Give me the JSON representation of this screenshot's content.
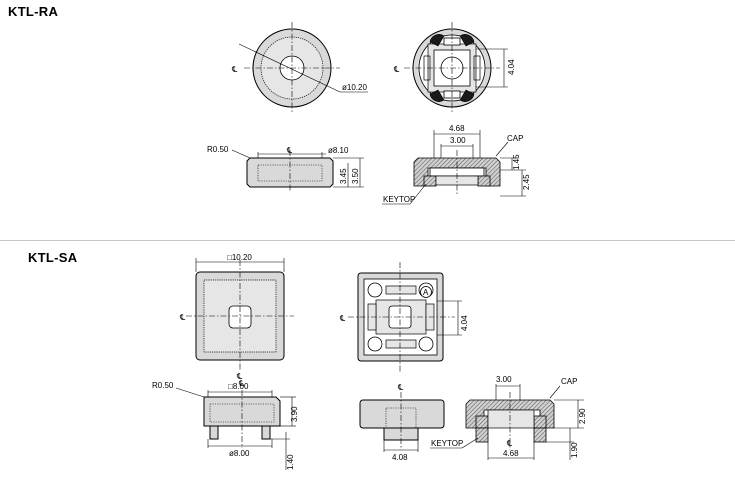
{
  "sections": {
    "ra": {
      "title": "KTL-RA"
    },
    "sa": {
      "title": "KTL-SA"
    }
  },
  "labels": {
    "centerline": "℄",
    "ra": {
      "dia_outer": "ø10.20",
      "dim_404": "4.04",
      "r050": "R0.50",
      "dia_810": "ø8.10",
      "dim_345": "3.45",
      "dim_350": "3.50",
      "dim_468": "4.68",
      "dim_300": "3.00",
      "cap": "CAP",
      "dim_145": "1.45",
      "dim_245": "2.45",
      "keytop": "KEYTOP"
    },
    "sa": {
      "sq_1020": "□10.20",
      "dim_404": "4.04",
      "circle_a": "A",
      "r050": "R0.50",
      "sq_800": "□8.00",
      "dim_390": "3.90",
      "dia_800": "ø8.00",
      "dim_140": "1.40",
      "dim_408": "4.08",
      "dim_300": "3.00",
      "cap": "CAP",
      "dim_290": "2.90",
      "keytop": "KEYTOP",
      "dim_468": "4.68",
      "dim_190": "1.90"
    }
  }
}
